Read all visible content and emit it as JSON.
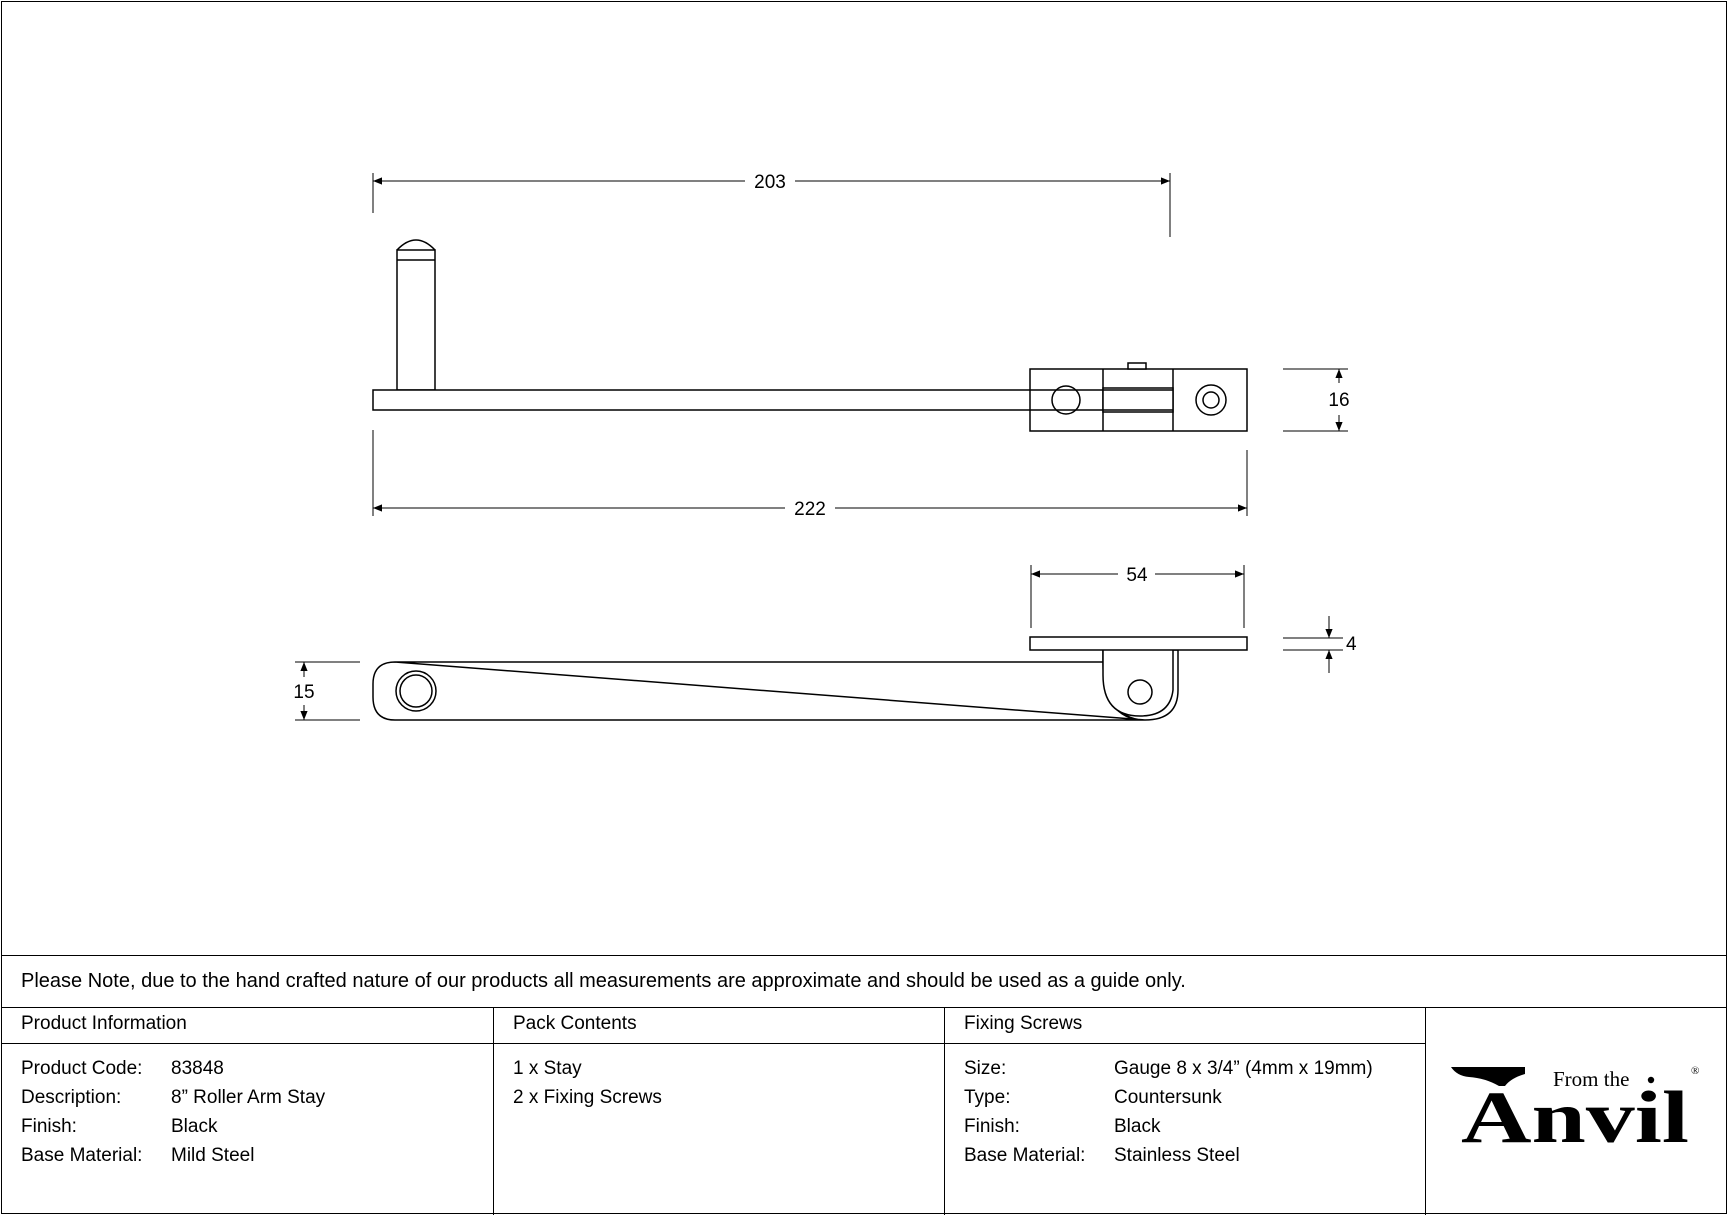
{
  "dimensions": {
    "length_203": "203",
    "length_222": "222",
    "height_16": "16",
    "length_54": "54",
    "thickness_4": "4",
    "height_15": "15"
  },
  "note": "Please Note, due to the hand crafted nature of our products all measurements are approximate and should be used as a guide only.",
  "product_info": {
    "title": "Product Information",
    "rows": [
      {
        "label": "Product Code:",
        "value": "83848"
      },
      {
        "label": "Description:",
        "value": "8” Roller Arm Stay"
      },
      {
        "label": "Finish:",
        "value": "Black"
      },
      {
        "label": "Base Material:",
        "value": "Mild Steel"
      }
    ]
  },
  "pack_contents": {
    "title": "Pack Contents",
    "items": [
      "1 x Stay",
      "2 x Fixing Screws"
    ]
  },
  "fixing_screws": {
    "title": "Fixing Screws",
    "rows": [
      {
        "label": "Size:",
        "value": "Gauge 8 x 3/4” (4mm x 19mm)"
      },
      {
        "label": "Type:",
        "value": "Countersunk"
      },
      {
        "label": "Finish:",
        "value": "Black"
      },
      {
        "label": "Base Material:",
        "value": "Stainless Steel"
      }
    ]
  },
  "logo": {
    "from_the": "From the",
    "word": "Anvil",
    "registered": "®"
  }
}
